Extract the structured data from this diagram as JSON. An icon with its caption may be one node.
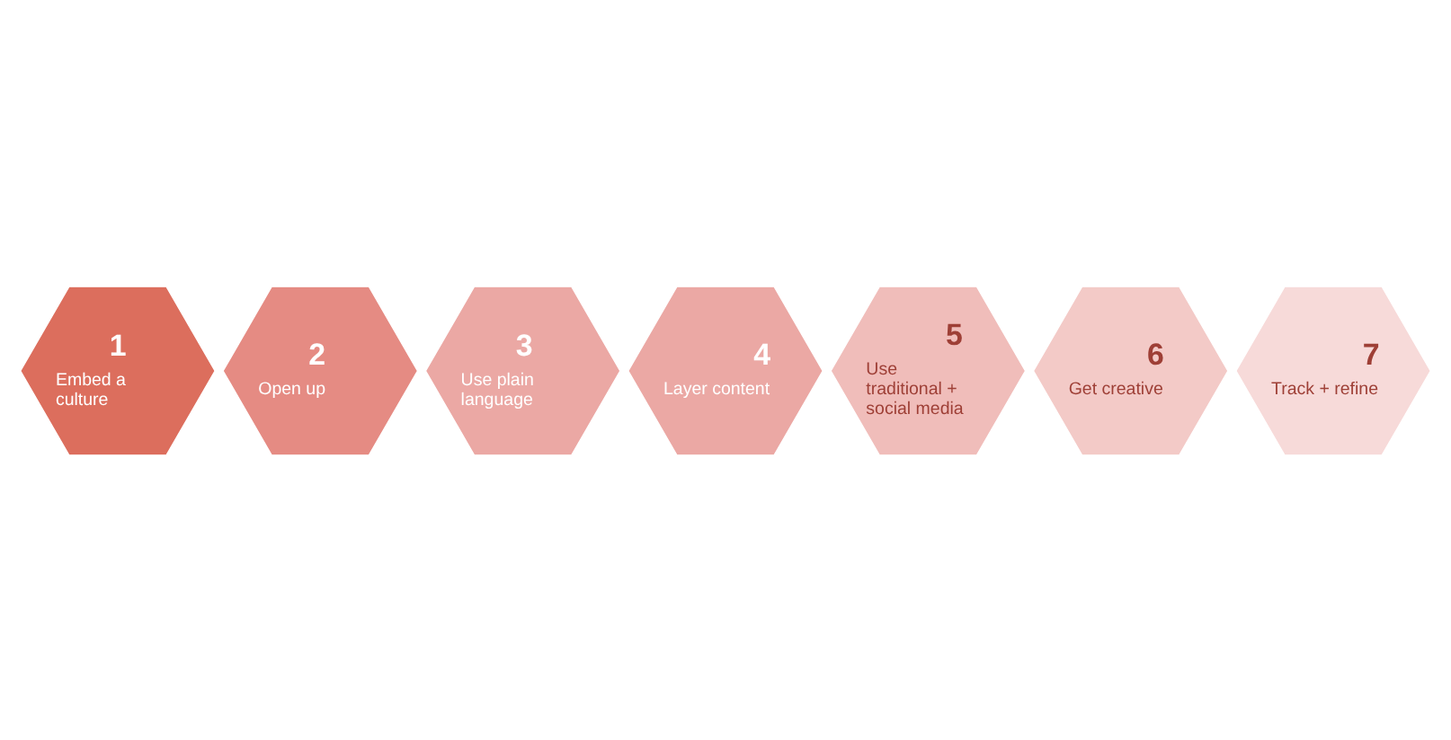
{
  "diagram": {
    "nodes": [
      {
        "text": [
          "1",
          "Embed a culture"
        ]
      },
      {
        "text": [
          "2",
          "Open up"
        ]
      },
      {
        "text": [
          "3",
          "Use plain language"
        ]
      },
      {
        "text": [
          "4",
          "Layer content"
        ]
      },
      {
        "text": [
          "5",
          "Use traditional + social media"
        ]
      },
      {
        "text": [
          "6",
          "Get creative"
        ]
      },
      {
        "text": [
          "7",
          "Track + refine"
        ]
      }
    ],
    "edges": []
  }
}
